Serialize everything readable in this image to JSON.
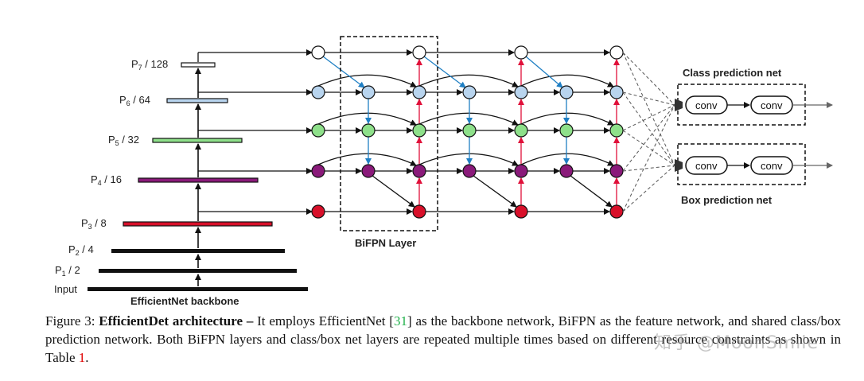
{
  "backbone": {
    "title": "EfficientNet backbone",
    "levels": [
      {
        "base": "Input",
        "sub": "",
        "suffix": ""
      },
      {
        "base": "P",
        "sub": "1",
        "suffix": " / 2"
      },
      {
        "base": "P",
        "sub": "2",
        "suffix": " / 4"
      },
      {
        "base": "P",
        "sub": "3",
        "suffix": " / 8"
      },
      {
        "base": "P",
        "sub": "4",
        "suffix": " / 16"
      },
      {
        "base": "P",
        "sub": "5",
        "suffix": " / 32"
      },
      {
        "base": "P",
        "sub": "6",
        "suffix": " / 64"
      },
      {
        "base": "P",
        "sub": "7",
        "suffix": " / 128"
      }
    ]
  },
  "bifpn": {
    "label": "BiFPN Layer"
  },
  "heads": {
    "class_label": "Class prediction net",
    "box_label": "Box prediction net",
    "conv_label": "conv"
  },
  "colors": {
    "p7": "#ffffff",
    "p6": "#b8d4ee",
    "p5": "#8ee08a",
    "p4": "#8a1a7a",
    "p3": "#d8102a",
    "blue_arrow": "#1f7fc4",
    "red_arrow": "#e0103a"
  },
  "caption": {
    "fig": "Figure 3:",
    "title": "EfficientDet architecture –",
    "part1": " It employs EfficientNet [",
    "cite1": "31",
    "part2": "] as the backbone network, BiFPN as the feature network, and shared class/box prediction network. Both BiFPN layers and class/box net layers are repeated multiple times based on different resource constraints as shown in Table ",
    "cite2": "1",
    "part3": "."
  },
  "watermark": "知乎 @MoonSmile"
}
